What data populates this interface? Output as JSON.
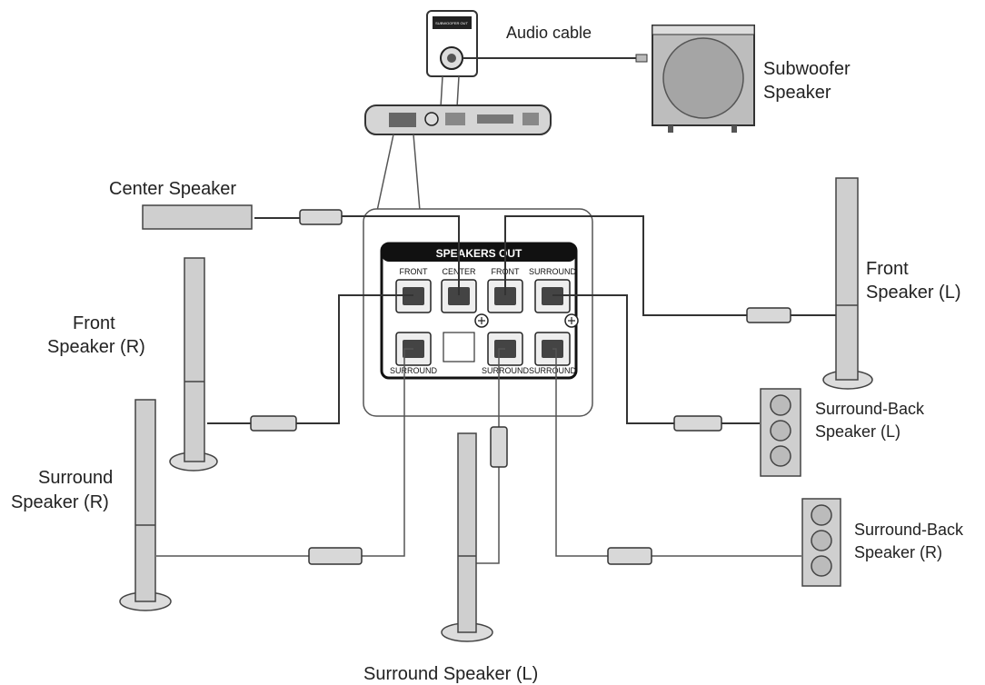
{
  "labels": {
    "audio_cable": "Audio cable",
    "subwoofer_line1": "Subwoofer",
    "subwoofer_line2": "Speaker",
    "center_speaker": "Center Speaker",
    "front_l_line1": "Front",
    "front_l_line2": "Speaker (L)",
    "front_r_line1": "Front",
    "front_r_line2": "Speaker (R)",
    "surround_r_line1": "Surround",
    "surround_r_line2": "Speaker (R)",
    "surround_back_l_line1": "Surround-Back",
    "surround_back_l_line2": "Speaker (L)",
    "surround_back_r_line1": "Surround-Back",
    "surround_back_r_line2": "Speaker (R)",
    "surround_l": "Surround Speaker (L)"
  },
  "panel": {
    "title": "SPEAKERS OUT",
    "top_row": [
      "FRONT",
      "CENTER",
      "FRONT",
      "SURROUND"
    ],
    "bottom_row": [
      "SURROUND",
      "SURROUND",
      "SURROUND"
    ],
    "subwoofer_out": "SUBWOOFER OUT"
  }
}
